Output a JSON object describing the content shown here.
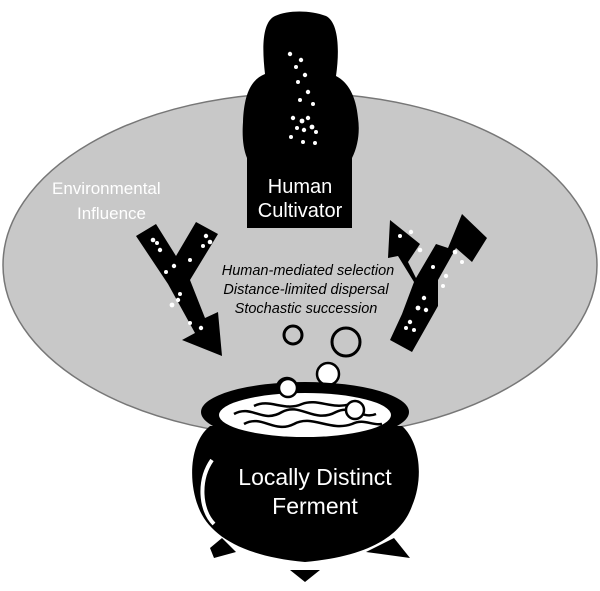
{
  "labels": {
    "human_line1": "Human",
    "human_line2": "Cultivator",
    "env_line1": "Environmental",
    "env_line2": "Influence",
    "process_1": "Human-mediated selection",
    "process_2": "Distance-limited dispersal",
    "process_3": "Stochastic succession",
    "ferment_line1": "Locally Distinct",
    "ferment_line2": "Ferment"
  },
  "colors": {
    "background": "#ffffff",
    "ellipse_fill": "#c8c8c8",
    "ellipse_stroke": "#777777",
    "silhouette": "#000000",
    "dots": "#ffffff"
  }
}
